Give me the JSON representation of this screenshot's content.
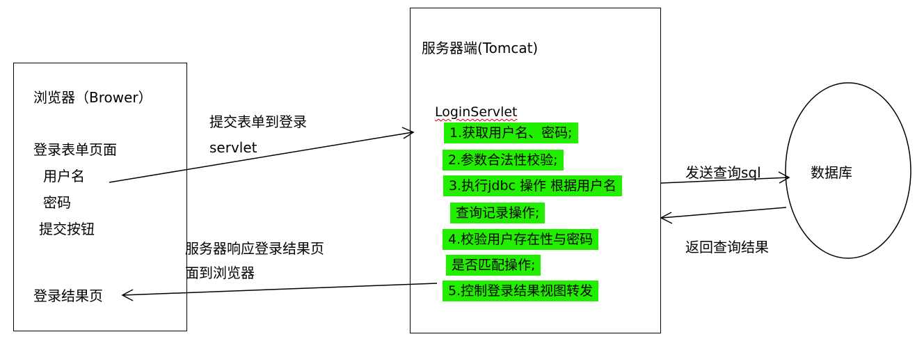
{
  "colors": {
    "highlight": "#22ee00",
    "stroke": "#000000",
    "spellcheck_underline": "#e00000"
  },
  "browser": {
    "title": "浏览器（Brower）",
    "login_page_title": "登录表单页面",
    "field_username": "用户名",
    "field_password": "密码",
    "submit_button": "提交按钮",
    "result_page": "登录结果页"
  },
  "arrows": {
    "submit_line1": "提交表单到登录",
    "submit_line2": "servlet",
    "response_line1": "服务器响应登录结果页",
    "response_line2": "面到浏览器",
    "send_sql": "发送查询sql",
    "return_result": "返回查询结果"
  },
  "server": {
    "title": "服务器端(Tomcat)",
    "servlet_name": "LoginServlet",
    "steps": [
      "1.获取用户名、密码;",
      "2.参数合法性校验;",
      "3.执行jdbc 操作 根据用户名",
      "查询记录操作;",
      "4.校验用户存在性与密码",
      "是否匹配操作;",
      "5.控制登录结果视图转发"
    ]
  },
  "database": {
    "label": "数据库"
  }
}
